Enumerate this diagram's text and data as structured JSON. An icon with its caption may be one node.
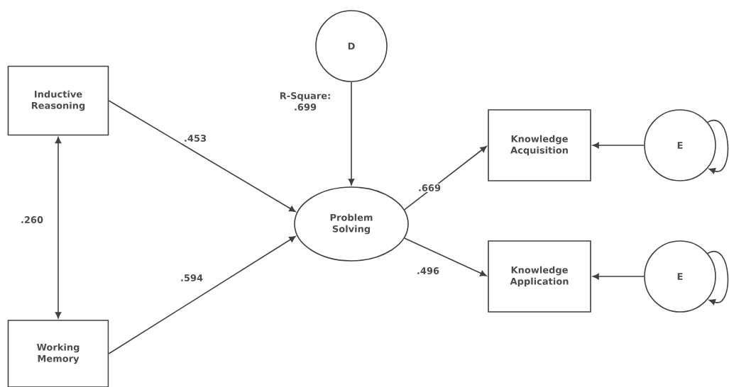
{
  "diagram": {
    "nodes": [
      {
        "text": [
          "Inductive Reasoning"
        ]
      },
      {
        "text": [
          "Working Memory"
        ]
      },
      {
        "text": [
          "D"
        ]
      },
      {
        "text": [
          "Problem Solving"
        ]
      },
      {
        "text": [
          "Knowledge Acquisition"
        ]
      },
      {
        "text": [
          "Knowledge Application"
        ]
      },
      {
        "text": [
          "E"
        ]
      },
      {
        "text": [
          "E"
        ]
      }
    ],
    "edges": [
      {
        "from": 0,
        "to": 1,
        "arrow": "both",
        "label": ".260"
      },
      {
        "from": 0,
        "to": 3,
        "arrow": "to",
        "label": ".453"
      },
      {
        "from": 1,
        "to": 3,
        "arrow": "to",
        "label": ".594"
      },
      {
        "from": 2,
        "to": 3,
        "arrow": "to"
      },
      {
        "from": 3,
        "to": 4,
        "arrow": "to",
        "label": ".669"
      },
      {
        "from": 3,
        "to": 5,
        "arrow": "to",
        "label": ".496"
      },
      {
        "from": 6,
        "to": 4,
        "arrow": "to"
      },
      {
        "from": 7,
        "to": 5,
        "arrow": "to"
      },
      {
        "from": 6,
        "to": 6,
        "arrow": "to"
      },
      {
        "from": 7,
        "to": 7,
        "arrow": "to"
      }
    ],
    "labels": [
      "R-Square: .699"
    ]
  }
}
